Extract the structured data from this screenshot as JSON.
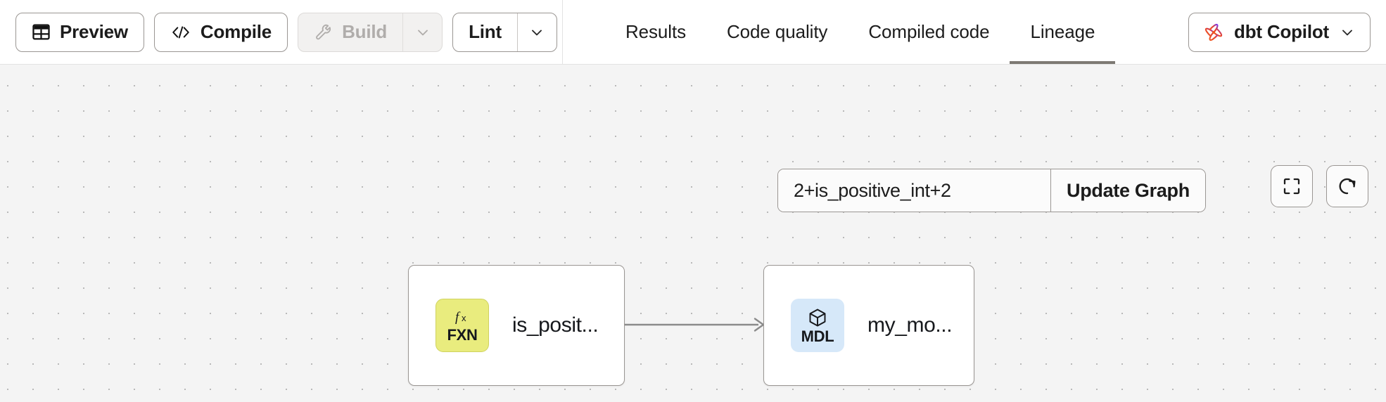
{
  "toolbar": {
    "preview": {
      "label": "Preview",
      "icon": "table-icon"
    },
    "compile": {
      "label": "Compile",
      "icon": "code-brackets-icon"
    },
    "build": {
      "label": "Build",
      "icon": "wrench-icon",
      "disabled": true,
      "caret_icon": "chevron-down-icon"
    },
    "lint": {
      "label": "Lint",
      "caret_icon": "chevron-down-icon"
    }
  },
  "tabs": [
    {
      "label": "Results",
      "active": false
    },
    {
      "label": "Code quality",
      "active": false
    },
    {
      "label": "Compiled code",
      "active": false
    },
    {
      "label": "Lineage",
      "active": true
    }
  ],
  "copilot": {
    "label": "dbt Copilot",
    "icon": "dbt-copilot-atom-icon",
    "caret_icon": "chevron-down-icon",
    "color_start": "#f05a22",
    "color_end": "#7c3aed"
  },
  "graph_controls": {
    "selector_value": "2+is_positive_int+2",
    "selector_placeholder": "Enter a graph selector",
    "update_label": "Update Graph",
    "fit_view_icon": "fullscreen-expand-icon",
    "refresh_icon": "refresh-icon"
  },
  "lineage": {
    "nodes": [
      {
        "id": "is_positive_int",
        "label": "is_posit...",
        "badge_code": "FXN",
        "badge_glyph": "fx",
        "badge_icon": "function-fx-icon",
        "badge_color": "#e9ec7e"
      },
      {
        "id": "my_model",
        "label": "my_mo...",
        "badge_code": "MDL",
        "badge_icon": "cube-icon",
        "badge_color": "#d6e8f9"
      }
    ],
    "edges": [
      {
        "from": "is_positive_int",
        "to": "my_model",
        "icon": "arrow-right-icon"
      }
    ],
    "background": "#f4f4f4",
    "dot_color": "#b9b9b9"
  }
}
